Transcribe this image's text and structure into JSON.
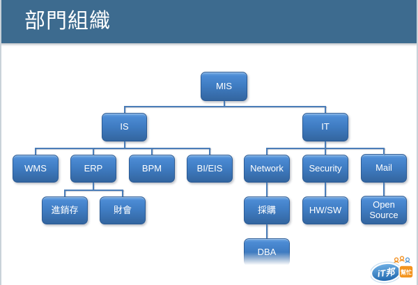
{
  "slide": {
    "title": "部門組織"
  },
  "org_chart": {
    "type": "org-tree",
    "nodes": [
      {
        "id": "mis",
        "label": "MIS",
        "parent": null
      },
      {
        "id": "is",
        "label": "IS",
        "parent": "mis"
      },
      {
        "id": "it",
        "label": "IT",
        "parent": "mis"
      },
      {
        "id": "wms",
        "label": "WMS",
        "parent": "is"
      },
      {
        "id": "erp",
        "label": "ERP",
        "parent": "is"
      },
      {
        "id": "bpm",
        "label": "BPM",
        "parent": "is"
      },
      {
        "id": "bieis",
        "label": "BI/EIS",
        "parent": "is"
      },
      {
        "id": "inv",
        "label": "進銷存",
        "parent": "erp"
      },
      {
        "id": "fin",
        "label": "財會",
        "parent": "erp"
      },
      {
        "id": "network",
        "label": "Network",
        "parent": "it"
      },
      {
        "id": "security",
        "label": "Security",
        "parent": "it"
      },
      {
        "id": "mail",
        "label": "Mail",
        "parent": "it"
      },
      {
        "id": "purchase",
        "label": "採購",
        "parent": "network"
      },
      {
        "id": "hwsw",
        "label": "HW/SW",
        "parent": "security"
      },
      {
        "id": "opensource",
        "label": "Open Source",
        "parent": "mail"
      },
      {
        "id": "dba",
        "label": "DBA",
        "parent": "purchase"
      }
    ]
  },
  "logo": {
    "name": "iT邦幫忙",
    "oval_text": "iT邦",
    "badge_text": "幫忙"
  },
  "colors": {
    "header_bg": "#3d6b8f",
    "node_gradient_top": "#74aae3",
    "node_gradient_bottom": "#33659f",
    "node_border": "#2a5a94",
    "node_text": "#ffffff",
    "connector": "#4a7db8",
    "title_text": "#ffffff",
    "logo_oval_blue": "#1d66ad",
    "logo_badge_orange": "#f3941e"
  }
}
